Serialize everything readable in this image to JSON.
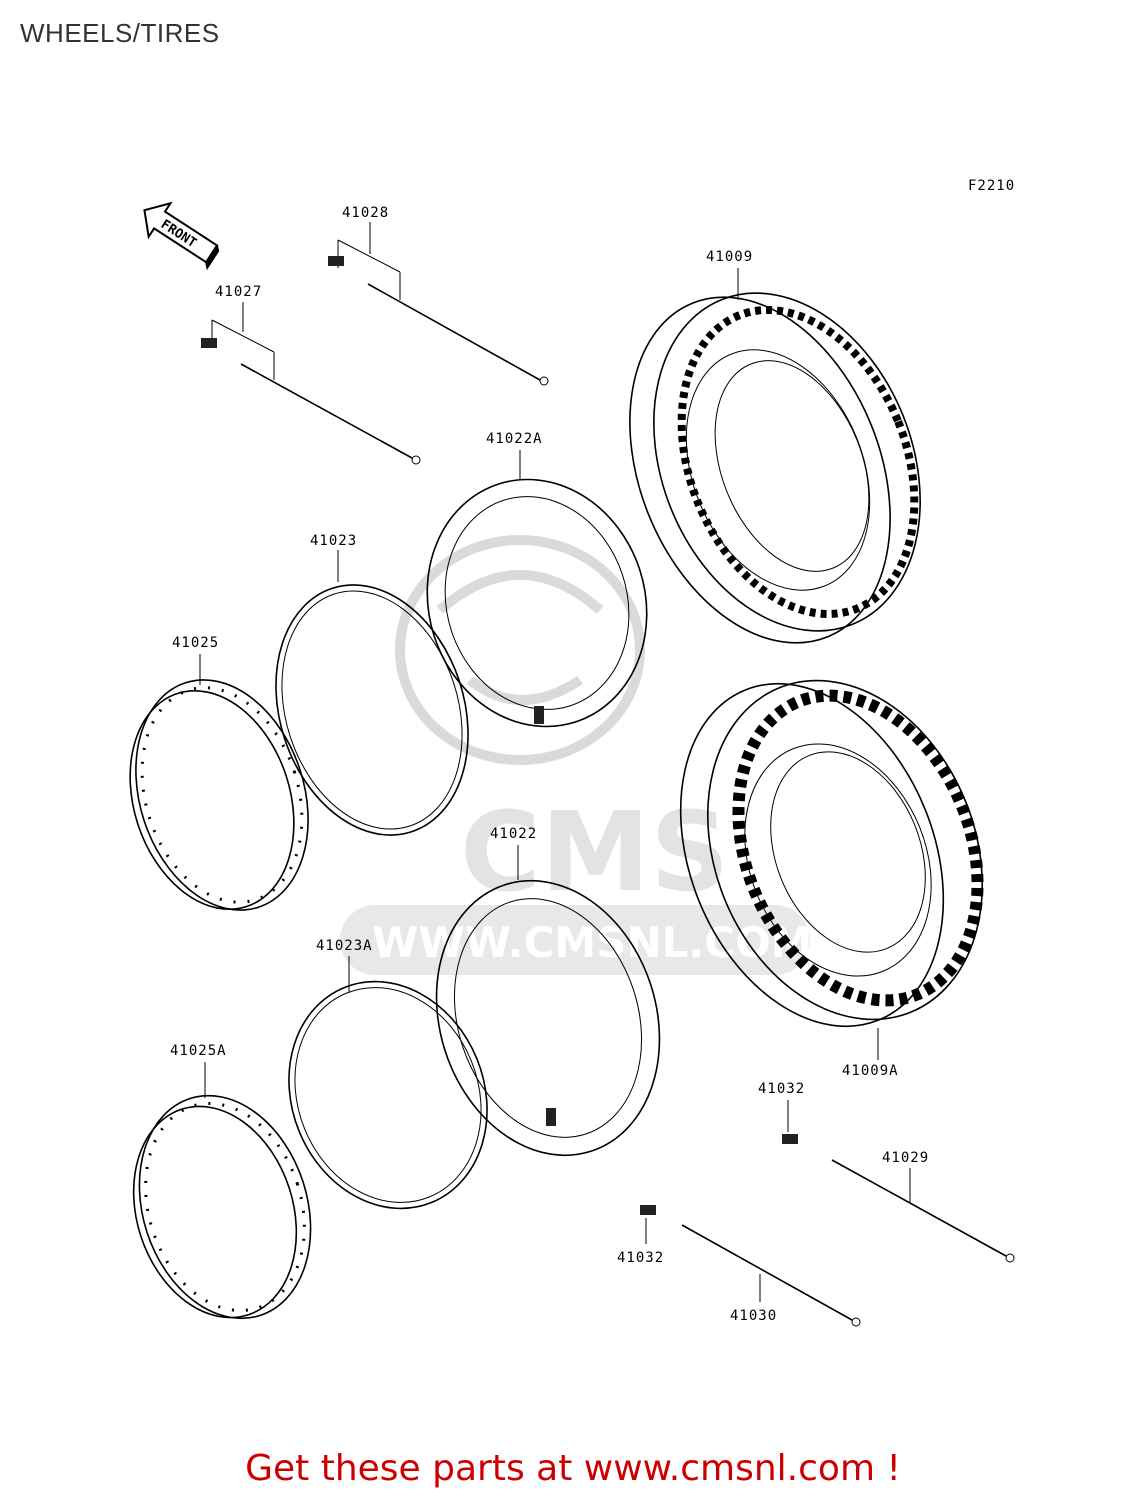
{
  "page": {
    "title": "WHEELS/TIRES",
    "figure_code": "F2210",
    "front_label": "FRONT",
    "promo_text": "Get these parts at www.cmsnl.com !",
    "watermark_brand": "CMS",
    "watermark_url": "WWW.CMSNL.COM"
  },
  "parts": [
    {
      "number": "41028",
      "item": "spoke-upper"
    },
    {
      "number": "41027",
      "item": "spoke-lower"
    },
    {
      "number": "41009",
      "item": "tire-front"
    },
    {
      "number": "41022A",
      "item": "tube-upper"
    },
    {
      "number": "41023",
      "item": "rim-band-upper"
    },
    {
      "number": "41025",
      "item": "rim-upper"
    },
    {
      "number": "41022",
      "item": "tube-lower"
    },
    {
      "number": "41023A",
      "item": "rim-band-lower"
    },
    {
      "number": "41025A",
      "item": "rim-lower"
    },
    {
      "number": "41009A",
      "item": "tire-rear"
    },
    {
      "number": "41032",
      "item": "nipple-right"
    },
    {
      "number": "41029",
      "item": "spoke-right"
    },
    {
      "number": "41032",
      "item": "nipple-left"
    },
    {
      "number": "41030",
      "item": "spoke-left"
    }
  ]
}
